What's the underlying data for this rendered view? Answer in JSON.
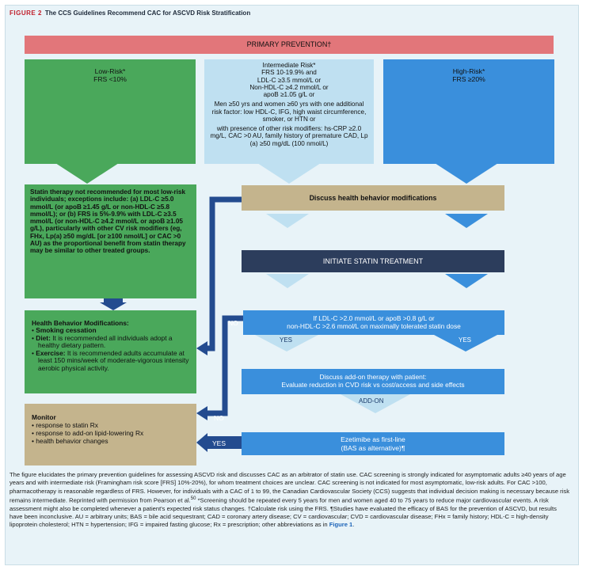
{
  "figure": {
    "label": "FIGURE 2",
    "title": "The CCS Guidelines Recommend CAC for ASCVD Risk Stratification"
  },
  "colors": {
    "header_red": "#e2767a",
    "green": "#4aa85b",
    "light_blue": "#bfe0f1",
    "blue": "#3a8fdc",
    "tan": "#c4b48d",
    "navy": "#2c3d5c",
    "dark_blue_arrow": "#234b8f"
  },
  "diagram": {
    "primary": "PRIMARY PREVENTION†",
    "low_risk": "Low-Risk*\nFRS <10%",
    "intermediate": {
      "heading": "Intermediate Risk*\nFRS 10-19.9% and\nLDL-C ≥3.5 mmol/L or\nNon-HDL-C ≥4.2 mmol/L or\napoB ≥1.05 g/L or",
      "p2": "Men ≥50 yrs and women ≥60 yrs with one additional risk factor: low HDL-C, IFG, high waist circumference, smoker, or HTN or",
      "p3": "with presence of other risk modifiers: hs-CRP ≥2.0 mg/L, CAC >0 AU, family history of premature CAD, Lp (a) ≥50 mg/dL (100 nmol/L)"
    },
    "high_risk": "High-Risk*\nFRS ≥20%",
    "statin_not_rec": "Statin therapy not recommended for most low-risk individuals; exceptions include: (a) LDL-C ≥5.0 mmol/L (or apoB ≥1.45 g/L or non-HDL-C ≥5.8 mmol/L); or (b) FRS is 5%-9.9% with LDL-C ≥3.5 mmol/L (or non-HDL-C ≥4.2 mmol/L or apoB ≥1.05 g/L), particularly with other CV risk modifiers (eg, FHx, Lp(a) ≥50 mg/dL [or ≥100 nmol/L] or CAC >0 AU) as the proportional benefit from statin therapy may be similar to other treated groups.",
    "health_behavior": {
      "heading": "Health Behavior Modifications:",
      "item1": "Smoking cessation",
      "item2_label": "Diet:",
      "item2_text": " It is recommended all individuals adopt a healthy dietary pattern.",
      "item3_label": "Exercise:",
      "item3_text": " It is recommended adults accumulate at least 150 mins/week of moderate-vigorous intensity aerobic physical activity."
    },
    "monitor": {
      "heading": "Monitor",
      "item1": "response to statin Rx",
      "item2": "response to add-on lipid-lowering Rx",
      "item3": "health behavior changes"
    },
    "discuss": "Discuss health behavior modifications",
    "initiate": "INITIATE STATIN TREATMENT",
    "if_ldl": "If LDL-C >2.0 mmol/L or apoB >0.8 g/L or\nnon-HDL-C >2.6 mmol/L on maximally tolerated statin dose",
    "yes_left": "YES",
    "yes_right": "YES",
    "no_top": "NO",
    "no_mid": "NO",
    "yes_bottom": "YES",
    "addon": "Discuss add-on therapy with patient:\nEvaluate reduction in CVD risk vs cost/access and side effects",
    "addon_label": "ADD-ON",
    "ezetimibe": "Ezetimibe as first-line\n(BAS as alternative)¶"
  },
  "caption": {
    "text": "The figure elucidates the primary prevention guidelines for assessing ASCVD risk and discusses CAC as an arbitrator of statin use. CAC screening is strongly indicated for asymptomatic adults ≥40 years of age years and with intermediate risk (Framingham risk score [FRS] 10%-20%), for whom treatment choices are unclear. CAC screening is not indicated for most asymptomatic, low-risk adults. For CAC >100, pharmacotherapy is reasonable regardless of FRS. However, for individuals with a CAC of 1 to 99, the Canadian Cardiovascular Society (CCS) suggests that individual decision making is necessary because risk remains intermediate. Reprinted with permission from Pearson et al.",
    "ref": "50",
    "text2": " *Screening should be repeated every 5 years for men and women aged 40 to 75 years to reduce major cardiovascular events. A risk assessment might also be completed whenever a patient's expected risk status changes. †Calculate risk using the FRS. ¶Studies have evaluated the efficacy of BAS for the prevention of ASCVD, but results have been inconclusive. AU = arbitrary units; BAS = bile acid sequestrant; CAD = coronary artery disease; CV = cardiovascular; CVD = cardiovascular disease; FHx = family history; HDL-C = high-density lipoprotein cholesterol; HTN = hypertension; IFG = impaired fasting glucose; Rx = prescription; other abbreviations as in ",
    "link": "Figure 1",
    "end": "."
  }
}
